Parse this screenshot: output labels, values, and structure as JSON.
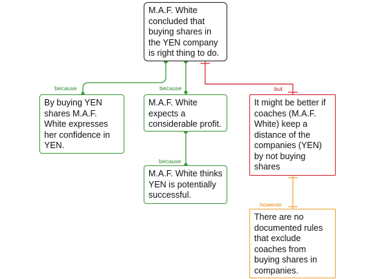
{
  "nodes": {
    "claim": "M.A.F. White\nconcluded that\nbuying shares in\nthe YEN company\nis right thing to do.",
    "reason1": "By buying YEN\nshares M.A.F.\nWhite expresses\nher confidence in\nYEN.",
    "reason2": "M.A.F. White\nexpects a\nconsiderable profit.",
    "reason3": "M.A.F. White thinks\nYEN is potentially\nsuccessful.",
    "objection": "It might be better if\ncoaches (M.A.F.\nWhite) keep a\ndistance of the\ncompanies (YEN)\nby not buying\nshares",
    "rebuttal": "There are no\ndocumented rules\nthat exclude\ncoaches from\nbuying shares in\ncompanies."
  },
  "labels": {
    "because1": "because",
    "because2": "because",
    "because3": "because",
    "but": "but",
    "however": "however"
  },
  "colors": {
    "support": "#3a9a3a",
    "oppose": "#d0202a",
    "rebut": "#f0a030",
    "root_border": "#222222"
  }
}
